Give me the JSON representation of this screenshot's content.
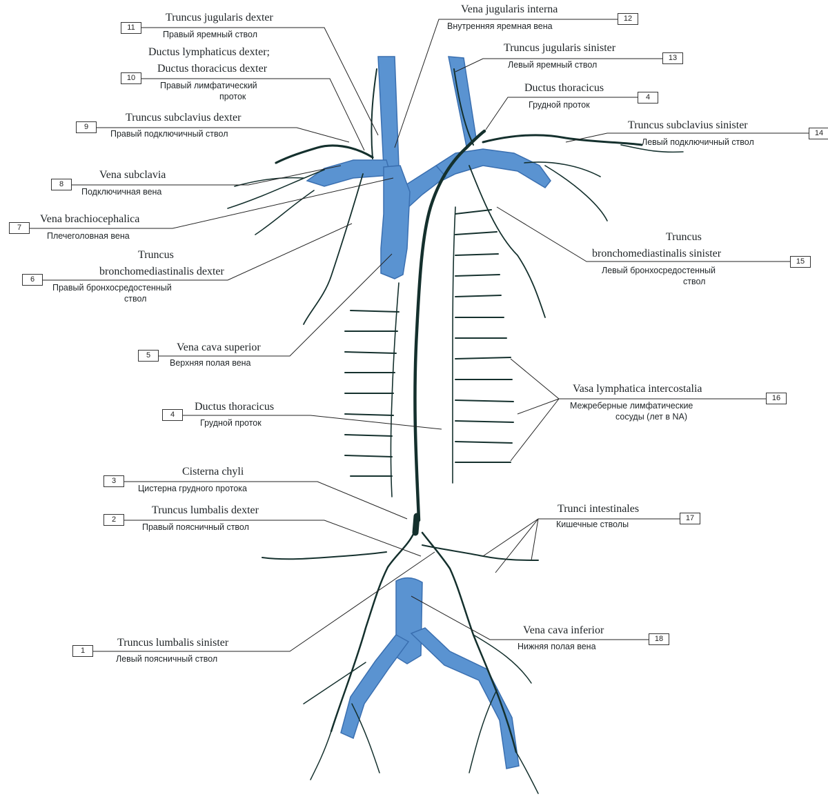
{
  "colors": {
    "vein": "#5a93d1",
    "vein_edge": "#3a6fb0",
    "lymph": "#14302d",
    "leader": "#222222",
    "background": "#ffffff"
  },
  "labels": [
    {
      "num": "1",
      "latin": "Truncus lumbalis sinister",
      "russian": "Левый поясничный ствол"
    },
    {
      "num": "2",
      "latin": "Truncus lumbalis dexter",
      "russian": "Правый поясничный ствол"
    },
    {
      "num": "3",
      "latin": "Cisterna chyli",
      "russian": "Цистерна грудного протока"
    },
    {
      "num": "4",
      "latin": "Ductus thoracicus",
      "russian": "Грудной проток"
    },
    {
      "num": "5",
      "latin": "Vena cava superior",
      "russian": "Верхняя полая вена"
    },
    {
      "num": "6",
      "latin_1": "Truncus",
      "latin_2": "bronchomediastinalis dexter",
      "russian_1": "Правый бронхосредостенный",
      "russian_2": "ствол"
    },
    {
      "num": "7",
      "latin": "Vena brachiocephalica",
      "russian": "Плечеголовная вена"
    },
    {
      "num": "8",
      "latin": "Vena subclavia",
      "russian": "Подключичная вена"
    },
    {
      "num": "9",
      "latin": "Truncus subclavius dexter",
      "russian": "Правый подключичный ствол"
    },
    {
      "num": "10",
      "latin_1": "Ductus lymphaticus dexter;",
      "latin_2": "Ductus thoracicus dexter",
      "russian_1": "Правый лимфатический",
      "russian_2": "проток"
    },
    {
      "num": "11",
      "latin": "Truncus jugularis dexter",
      "russian": "Правый яремный ствол"
    },
    {
      "num": "12",
      "latin": "Vena jugularis interna",
      "russian": "Внутренняя яремная вена"
    },
    {
      "num": "13",
      "latin": "Truncus jugularis sinister",
      "russian": "Левый яремный ствол"
    },
    {
      "num": "4",
      "latin": "Ductus thoracicus",
      "russian": "Грудной проток"
    },
    {
      "num": "14",
      "latin": "Truncus subclavius sinister",
      "russian": "Левый подключичный ствол"
    },
    {
      "num": "15",
      "latin_1": "Truncus",
      "latin_2": "bronchomediastinalis sinister",
      "russian_1": "Левый бронхосредостенный",
      "russian_2": "ствол"
    },
    {
      "num": "16",
      "latin": "Vasa lymphatica intercostalia",
      "russian_1": "Межреберные лимфатические",
      "russian_2": "сосуды (лет в NA)"
    },
    {
      "num": "17",
      "latin": "Trunci intestinales",
      "russian": "Кишечные стволы"
    },
    {
      "num": "18",
      "latin": "Vena cava inferior",
      "russian": "Нижняя полая вена"
    }
  ]
}
